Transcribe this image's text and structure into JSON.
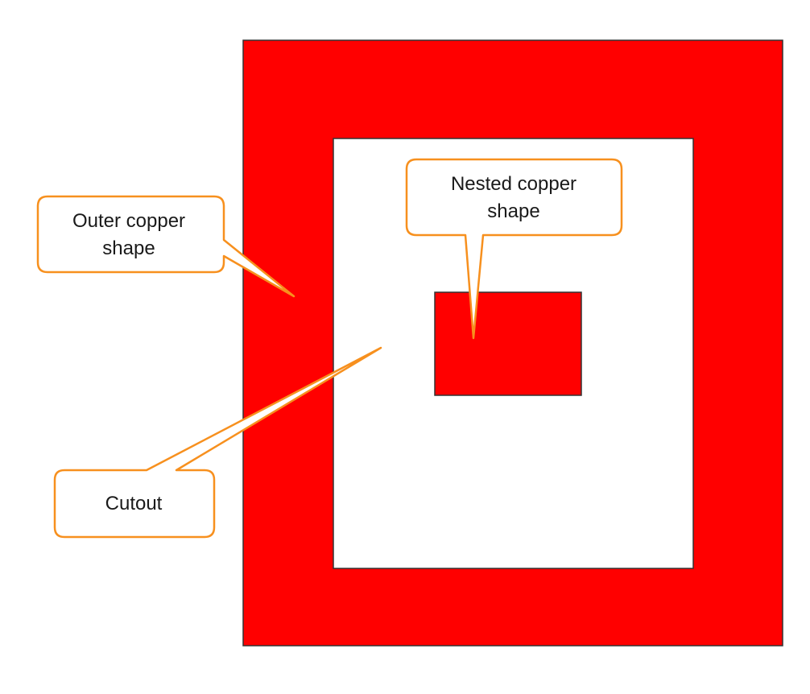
{
  "colors": {
    "copper": "#ff0000",
    "callout_border": "#f7901e",
    "outline": "#333333"
  },
  "callouts": {
    "outer": {
      "line1": "Outer copper",
      "line2": "shape"
    },
    "nested": {
      "line1": "Nested copper",
      "line2": "shape"
    },
    "cutout": {
      "line1": "Cutout"
    }
  }
}
